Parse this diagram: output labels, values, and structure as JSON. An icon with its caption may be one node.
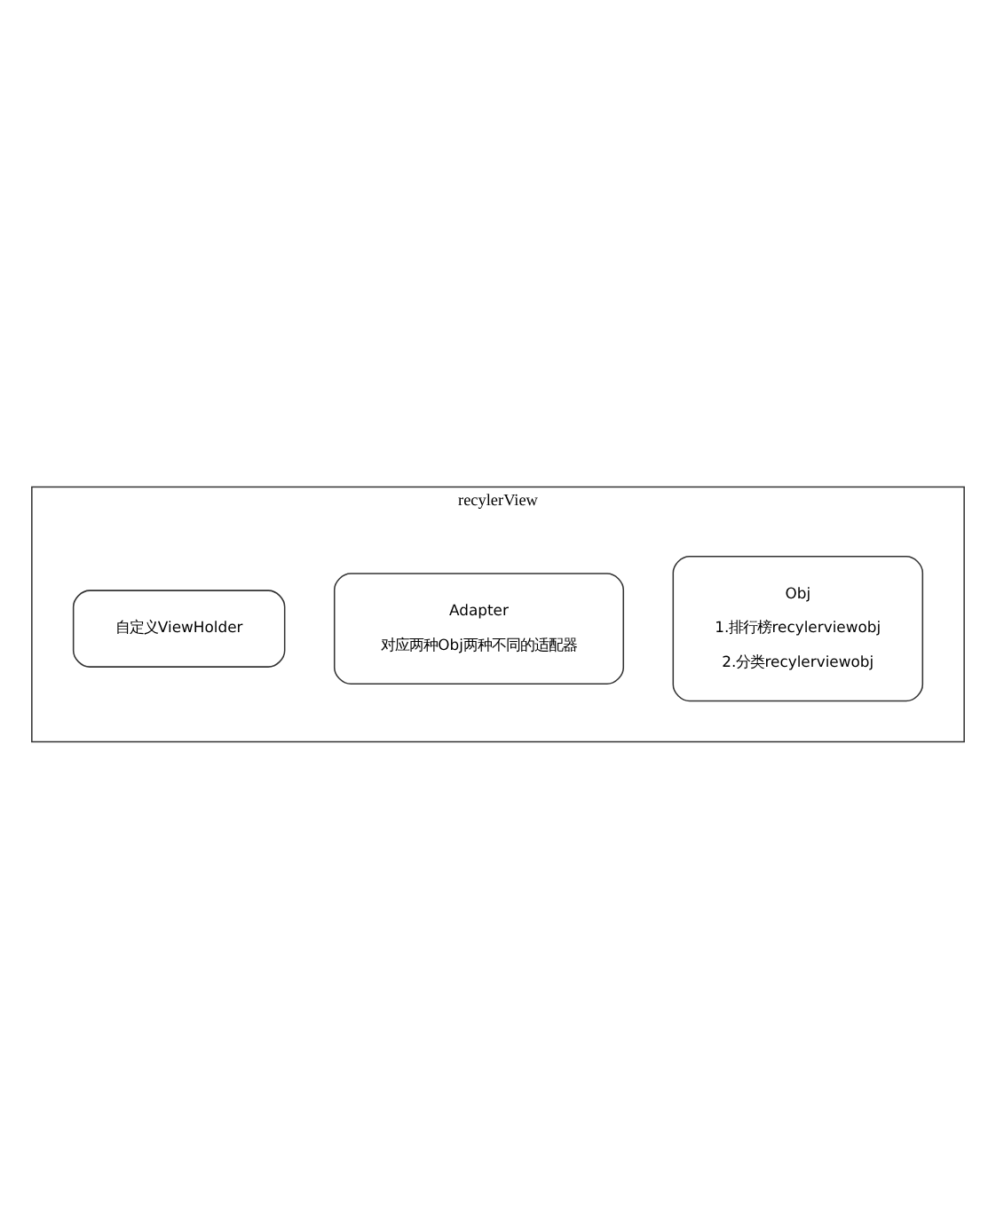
{
  "diagram": {
    "nodes": [
      {
        "text": [
          "recylerView"
        ]
      },
      {
        "text": [
          "Obj",
          "1.排行榜recylerviewobj",
          "2.分类recylerviewobj"
        ],
        "in": 0
      },
      {
        "text": [
          "Adapter",
          "对应两种Obj两种不同的适配器"
        ],
        "in": 0
      },
      {
        "text": [
          "自定义ViewHolder"
        ],
        "in": 0
      }
    ]
  }
}
